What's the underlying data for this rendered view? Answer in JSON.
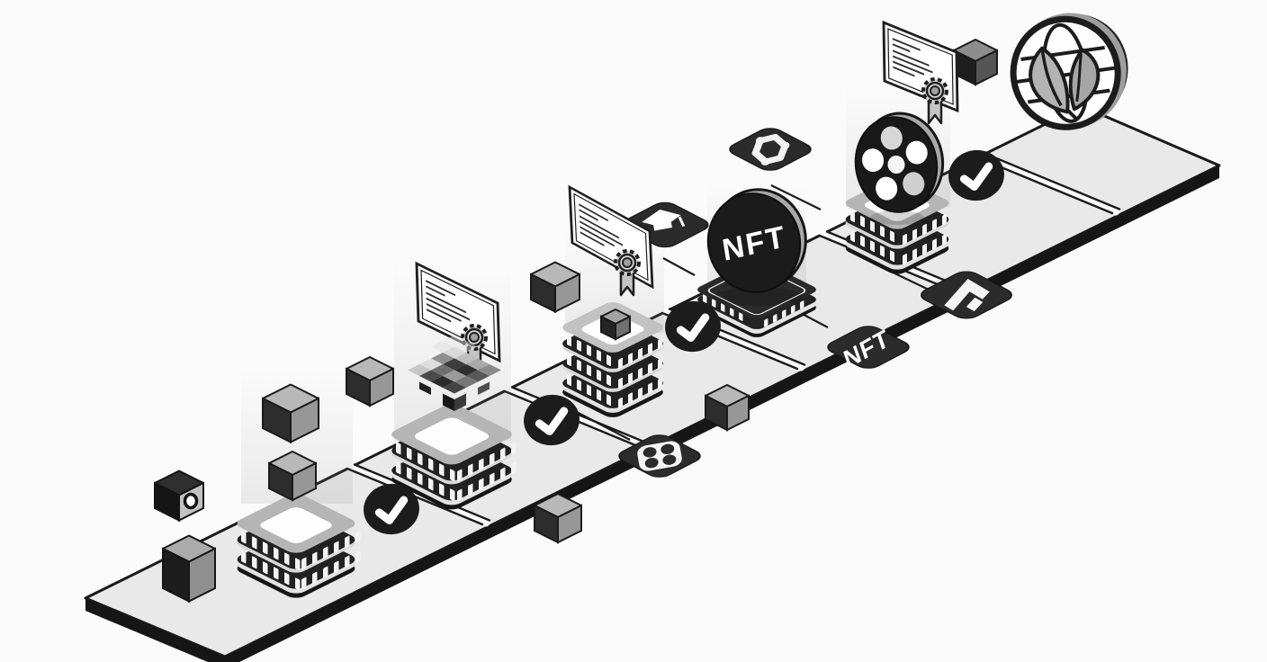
{
  "title": "Blockchain NFT certification pipeline - isometric illustration",
  "description": "Grayscale isometric walkway of blockchain server platforms with certificates, verification checkmarks, NFT coin and tag, icon tiles, scattered cubes and an eco globe with leaves.",
  "labels": {
    "nft_coin": "NFT",
    "nft_tag": "NFT"
  },
  "colors": {
    "background": "#fbfbfb",
    "platform_top": "#e9e9e9",
    "platform_edge": "#171717",
    "server_body": "#212121",
    "server_cap": "#b5b5b5",
    "server_inset": "#fdfdfd",
    "stripe_light": "#dcdcdc",
    "tile_dark": "#2b2b2b",
    "cube_top": "#b8b8b8",
    "cube_left": "#2d2d2d",
    "cube_right": "#979797",
    "coin_face": "#1b1b1b",
    "coin_rim": "#a8a8a8",
    "leaf_gray": "#adadad",
    "check_bg": "#1c1c1c",
    "white": "#ffffff"
  },
  "icons": [
    "eco-globe-icon",
    "certificate-icon",
    "rosette-seal-icon",
    "film-reel-icon",
    "check-icon",
    "hexagon-network-icon",
    "nft-coin-icon",
    "nft-tag-icon",
    "arrow-upright-icon",
    "grid-dots-icon",
    "graduation-cap-icon",
    "cube-icon",
    "pip-cube-icon",
    "voxel-diamond-icon",
    "server-stack-icon",
    "platform-walkway"
  ]
}
